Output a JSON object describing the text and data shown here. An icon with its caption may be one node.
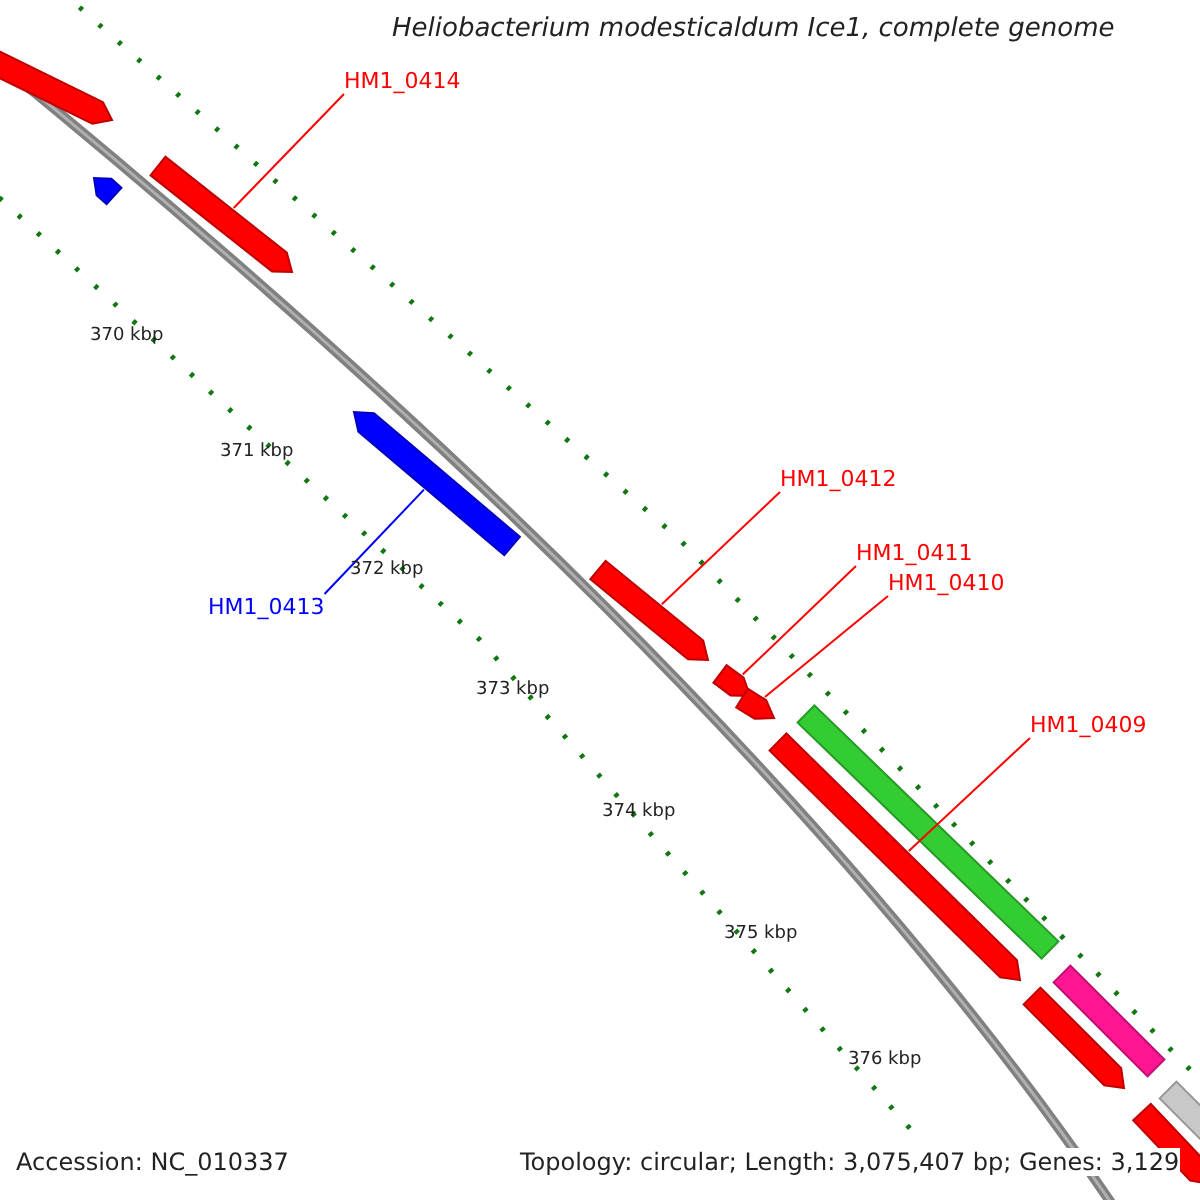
{
  "diagram": {
    "title": "Heliobacterium modesticaldum Ice1, complete genome",
    "nodes": [
      {
        "text": [],
        "shape": "arrow"
      },
      {
        "text": [
          "HM1_0414"
        ]
      },
      {
        "text": [],
        "shape": "arrow"
      },
      {
        "text": [],
        "shape": "arrow"
      },
      {
        "text": [],
        "shape": "arrow"
      },
      {
        "text": [
          "HM1_0412"
        ]
      },
      {
        "text": [
          "HM1_0411"
        ]
      },
      {
        "text": [
          "HM1_0410"
        ]
      },
      {
        "text": [
          "HM1_0413"
        ]
      },
      {
        "text": [],
        "shape": "arrow"
      },
      {
        "text": [],
        "shape": "arrow"
      },
      {
        "text": [],
        "shape": "arrow"
      },
      {
        "text": [
          "HM1_0409"
        ]
      },
      {
        "text": [],
        "shape": "bar"
      },
      {
        "text": [],
        "shape": "arrow"
      },
      {
        "text": [],
        "shape": "bar"
      },
      {
        "text": [],
        "shape": "arrow"
      },
      {
        "text": [],
        "shape": "bar"
      },
      {
        "text": [],
        "shape": "arrow"
      }
    ],
    "edges": [
      {
        "from": 1,
        "to": 3,
        "arrow": "none"
      },
      {
        "from": 8,
        "to": 4,
        "arrow": "none",
        "color": "#0000ff"
      },
      {
        "from": 5,
        "to": 9,
        "arrow": "none"
      },
      {
        "from": 6,
        "to": 10,
        "arrow": "none"
      },
      {
        "from": 7,
        "to": 11,
        "arrow": "none"
      },
      {
        "from": 12,
        "to": 14,
        "arrow": "none"
      }
    ],
    "labels": [
      "370 kbp",
      "371 kbp",
      "372 kbp",
      "373 kbp",
      "374 kbp",
      "375 kbp",
      "376 kbp",
      "Accession: NC_010337",
      "Topology: circular; Length: 3,075,407 bp; Genes: 3,129"
    ]
  }
}
